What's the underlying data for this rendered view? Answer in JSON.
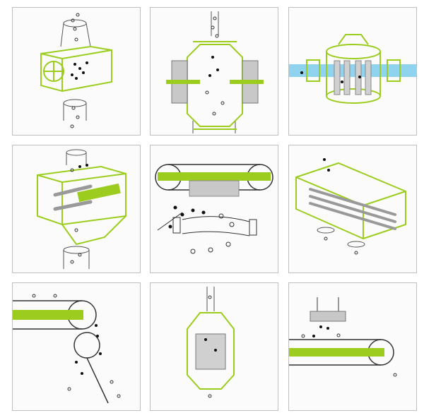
{
  "figure": {
    "panels": [
      {
        "name": "rotary-grate-magnet"
      },
      {
        "name": "magnetic-separator-with-housing"
      },
      {
        "name": "liquid-line-filter-magnet"
      },
      {
        "name": "drawer-grate-magnet"
      },
      {
        "name": "overband-conveyor-magnet"
      },
      {
        "name": "grate-magnet-housing"
      },
      {
        "name": "magnetic-head-pulley"
      },
      {
        "name": "hump-magnet-chute"
      },
      {
        "name": "suspended-plate-magnet"
      }
    ]
  },
  "colors": {
    "magnet": "#9ccd1e",
    "line": "#222222",
    "pipe": "#8fd3ee",
    "steel": "#c8c8c8"
  }
}
